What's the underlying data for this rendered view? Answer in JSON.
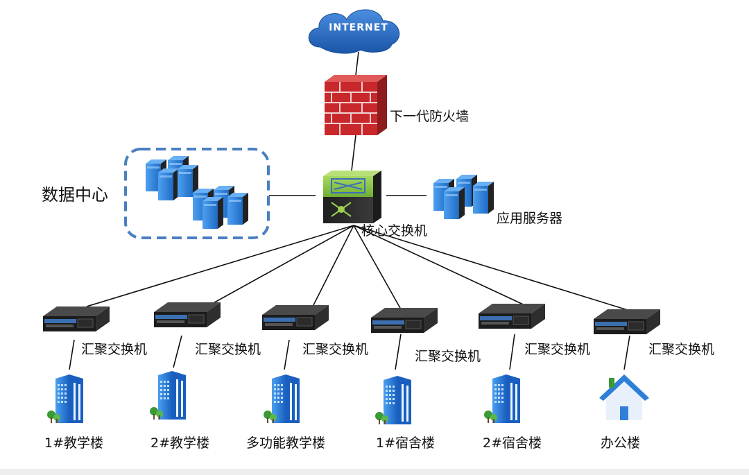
{
  "internet_label": "INTERNET",
  "firewall_label": "下一代防火墙",
  "core_switch_label": "核心交换机",
  "datacenter_label": "数据中心",
  "app_server_label": "应用服务器",
  "aggregation_switches": [
    {
      "label": "汇聚交换机",
      "building": "1#教学楼",
      "building_icon": "office-building-icon"
    },
    {
      "label": "汇聚交换机",
      "building": "2#教学楼",
      "building_icon": "office-building-icon"
    },
    {
      "label": "汇聚交换机",
      "building": "多功能教学楼",
      "building_icon": "office-building-icon"
    },
    {
      "label": "汇聚交换机",
      "building": "1#宿舍楼",
      "building_icon": "office-building-icon"
    },
    {
      "label": "汇聚交换机",
      "building": "2#宿舍楼",
      "building_icon": "office-building-icon"
    },
    {
      "label": "汇聚交换机",
      "building": "办公楼",
      "building_icon": "house-icon"
    }
  ],
  "colors": {
    "cloud": "#1f5fb0",
    "firewall_brick": "#c8282b",
    "core_top": "#8fc84a",
    "server_blue": "#2b7fd6",
    "dash_border": "#4a7fc0",
    "building_blue": "#2178d8",
    "switch_body": "#2c2c2c"
  }
}
